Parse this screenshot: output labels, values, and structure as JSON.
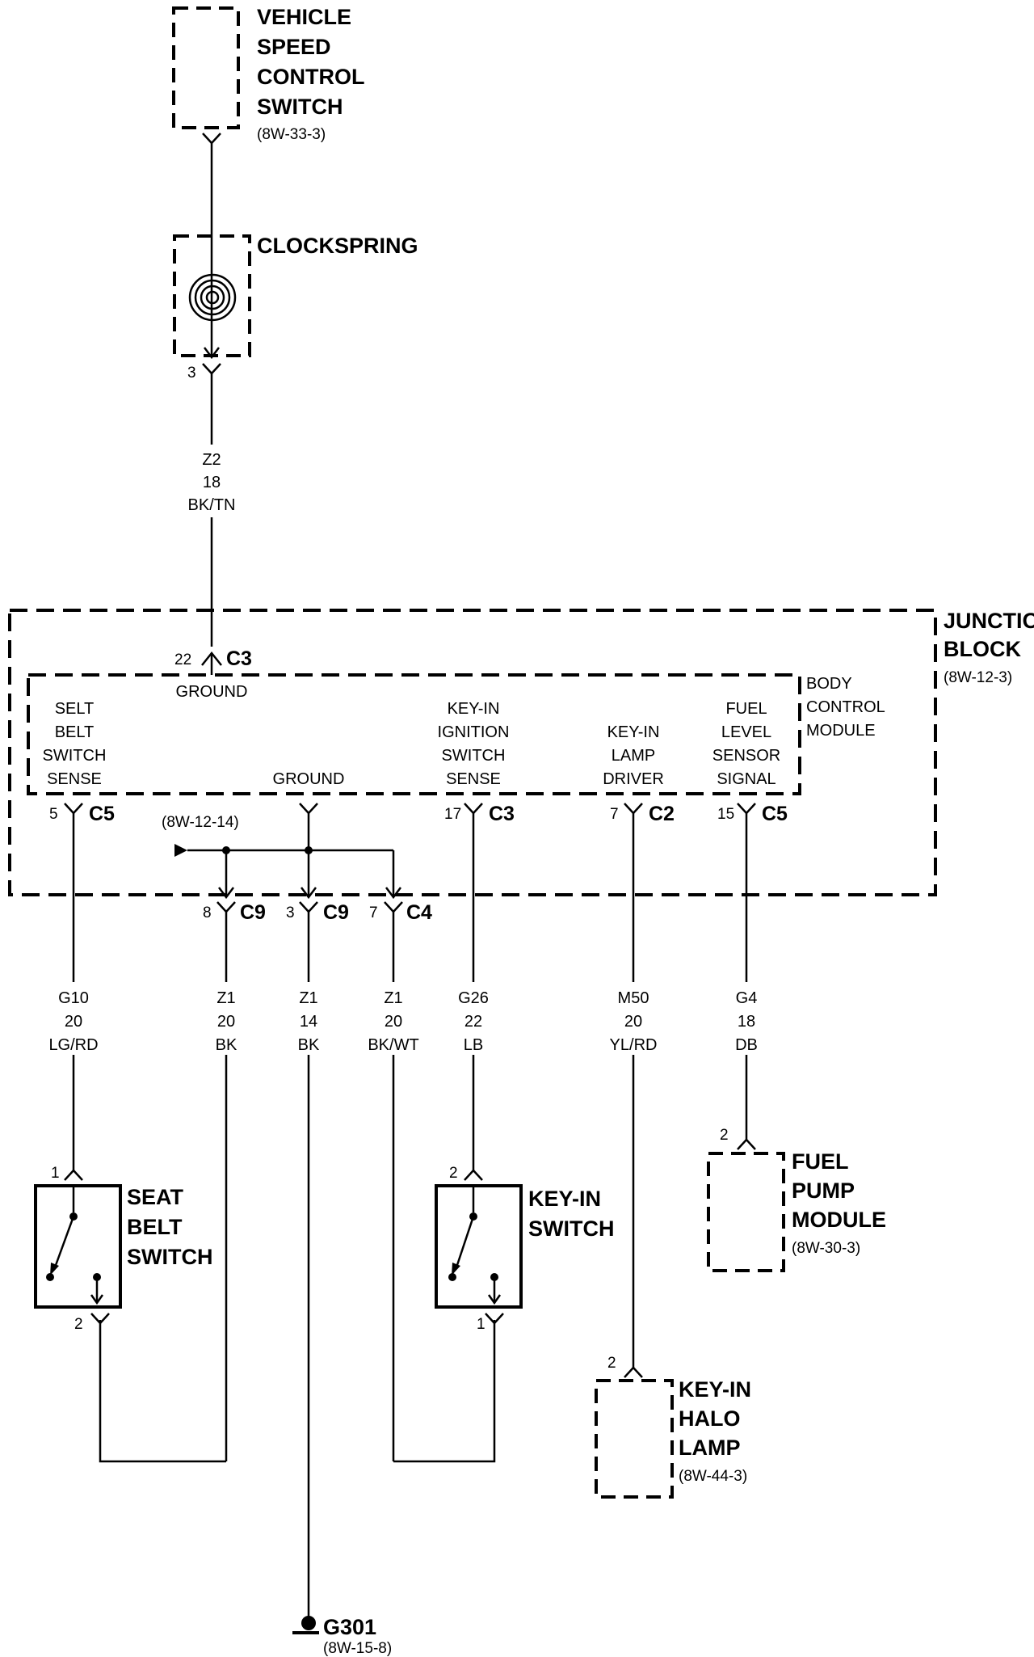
{
  "components": {
    "vehicle_speed_control_switch": {
      "lines": [
        "VEHICLE",
        "SPEED",
        "CONTROL",
        "SWITCH"
      ],
      "ref": "(8W-33-3)"
    },
    "clockspring": {
      "label": "CLOCKSPRING"
    },
    "junction_block": {
      "lines": [
        "JUNCTION",
        "BLOCK"
      ],
      "ref": "(8W-12-3)"
    },
    "body_control_module": {
      "lines": [
        "BODY",
        "CONTROL",
        "MODULE"
      ]
    },
    "seat_belt_switch": {
      "lines": [
        "SEAT",
        "BELT",
        "SWITCH"
      ]
    },
    "key_in_switch": {
      "lines": [
        "KEY-IN",
        "SWITCH"
      ]
    },
    "fuel_pump_module": {
      "lines": [
        "FUEL",
        "PUMP",
        "MODULE"
      ],
      "ref": "(8W-30-3)"
    },
    "key_in_halo_lamp": {
      "lines": [
        "KEY-IN",
        "HALO",
        "LAMP"
      ],
      "ref": "(8W-44-3)"
    },
    "ground_g301": {
      "label": "G301",
      "ref": "(8W-15-8)"
    }
  },
  "bcm_functions": {
    "ground_top": "GROUND",
    "seat_belt_switch_sense": [
      "SELT",
      "BELT",
      "SWITCH",
      "SENSE"
    ],
    "ground": "GROUND",
    "key_in_ignition_switch_sense": [
      "KEY-IN",
      "IGNITION",
      "SWITCH",
      "SENSE"
    ],
    "key_in_lamp_driver": [
      "KEY-IN",
      "LAMP",
      "DRIVER"
    ],
    "fuel_level_sensor_signal": [
      "FUEL",
      "LEVEL",
      "SENSOR",
      "SIGNAL"
    ]
  },
  "splice_ref": "(8W-12-14)",
  "connectors": {
    "clockspring_out": {
      "pin": "3"
    },
    "jb_ground_in": {
      "pin": "22",
      "id": "C3"
    },
    "seat_belt_sense": {
      "pin": "5",
      "id": "C5"
    },
    "ignition_sense": {
      "pin": "17",
      "id": "C3"
    },
    "lamp_driver": {
      "pin": "7",
      "id": "C2"
    },
    "fuel_signal": {
      "pin": "15",
      "id": "C5"
    },
    "ground_c9_a": {
      "pin": "8",
      "id": "C9"
    },
    "ground_c9_b": {
      "pin": "3",
      "id": "C9"
    },
    "ground_c4": {
      "pin": "7",
      "id": "C4"
    },
    "seat_belt_sw_in": {
      "pin": "1"
    },
    "seat_belt_sw_out": {
      "pin": "2"
    },
    "key_in_sw_in": {
      "pin": "2"
    },
    "key_in_sw_out": {
      "pin": "1"
    },
    "fuel_pump_in": {
      "pin": "2"
    },
    "halo_lamp_in": {
      "pin": "2"
    }
  },
  "wires": {
    "z2": [
      "Z2",
      "18",
      "BK/TN"
    ],
    "g10": [
      "G10",
      "20",
      "LG/RD"
    ],
    "z1_a": [
      "Z1",
      "20",
      "BK"
    ],
    "z1_b": [
      "Z1",
      "14",
      "BK"
    ],
    "z1_c": [
      "Z1",
      "20",
      "BK/WT"
    ],
    "g26": [
      "G26",
      "22",
      "LB"
    ],
    "m50": [
      "M50",
      "20",
      "YL/RD"
    ],
    "g4": [
      "G4",
      "18",
      "DB"
    ]
  }
}
